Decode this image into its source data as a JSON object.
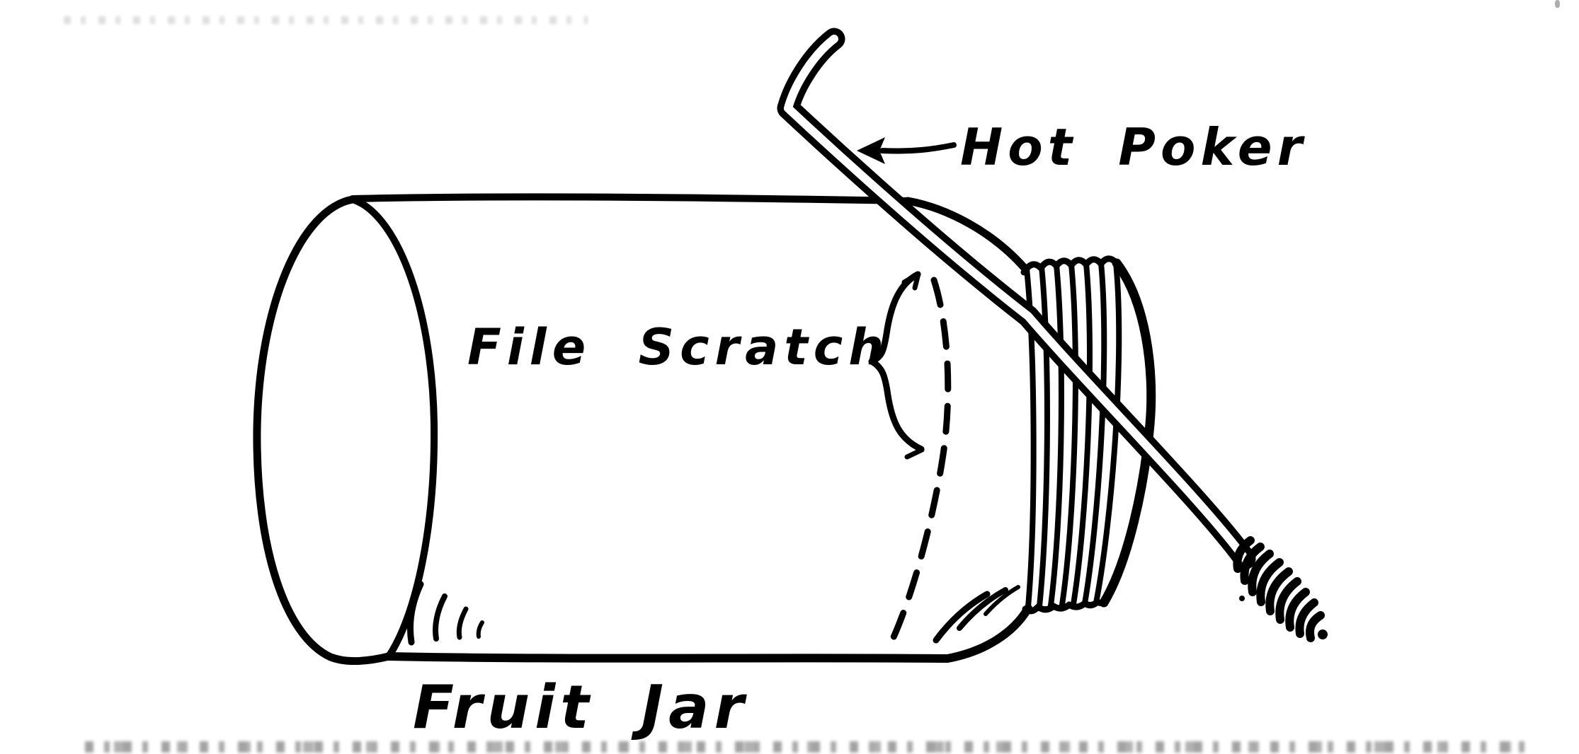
{
  "labels": {
    "hot_poker": "Hot Poker",
    "file_scratch": "File Scratch",
    "fruit_jar": "Fruit Jar"
  },
  "colors": {
    "ink": "#000000",
    "paper": "#ffffff"
  },
  "annotations": {
    "hot_poker_arrow": "left-arrow",
    "file_scratch_brace": "{",
    "scratch_line_style": "dashed"
  }
}
